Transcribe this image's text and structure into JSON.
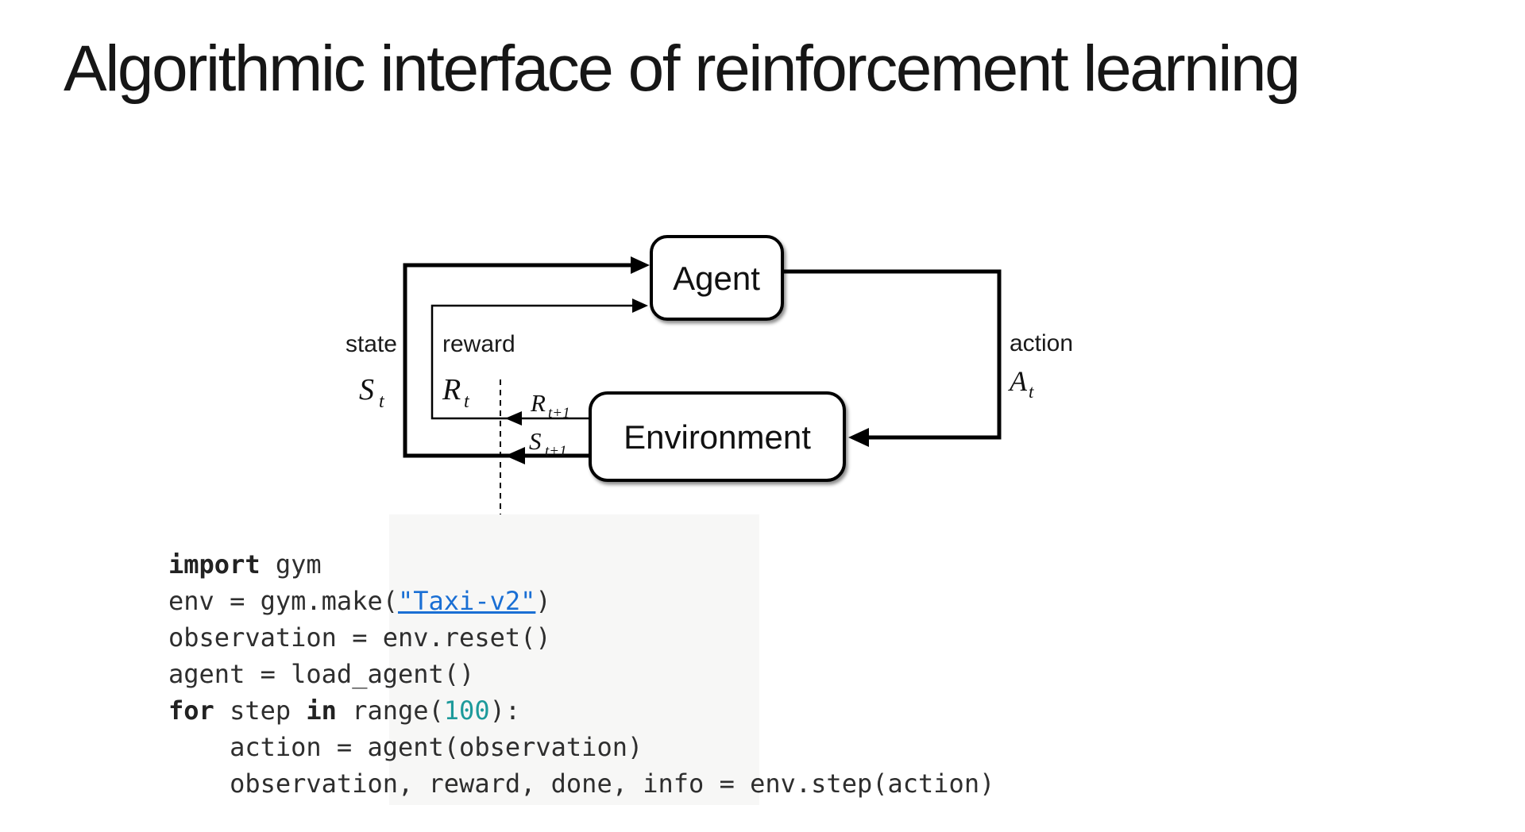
{
  "slide": {
    "title": "Algorithmic interface of reinforcement learning"
  },
  "diagram": {
    "agent": "Agent",
    "environment": "Environment",
    "state_label": "state",
    "state_sym": "S",
    "state_sub": "t",
    "reward_label": "reward",
    "reward_sym": "R",
    "reward_sub": "t",
    "reward_next_sym": "R",
    "reward_next_sub": "t+1",
    "state_next_sym": "S",
    "state_next_sub": "t+1",
    "action_label": "action",
    "action_sym": "A",
    "action_sub": "t"
  },
  "code": {
    "lines": [
      [
        {
          "t": "import",
          "c": "kw"
        },
        {
          "t": " gym",
          "c": "plain"
        }
      ],
      [
        {
          "t": "env = gym.make(",
          "c": "plain"
        },
        {
          "t": "\"Taxi-v2\"",
          "c": "link"
        },
        {
          "t": ")",
          "c": "plain"
        }
      ],
      [
        {
          "t": "observation = env.reset()",
          "c": "plain"
        }
      ],
      [
        {
          "t": "agent = load_agent()",
          "c": "plain"
        }
      ],
      [
        {
          "t": "for",
          "c": "kw"
        },
        {
          "t": " step ",
          "c": "plain"
        },
        {
          "t": "in",
          "c": "kw"
        },
        {
          "t": " range(",
          "c": "plain"
        },
        {
          "t": "100",
          "c": "num"
        },
        {
          "t": "):",
          "c": "plain"
        }
      ],
      [
        {
          "t": "    action = agent(observation)",
          "c": "plain"
        }
      ],
      [
        {
          "t": "    observation, reward, done, info = env.step(action)",
          "c": "plain"
        }
      ]
    ]
  },
  "colors": {
    "code-text": "#2e2e2e",
    "code-kw": "#222222",
    "code-num": "#1d9a9b",
    "code-link": "#1a6fd4",
    "diagram-stroke": "#000000"
  }
}
